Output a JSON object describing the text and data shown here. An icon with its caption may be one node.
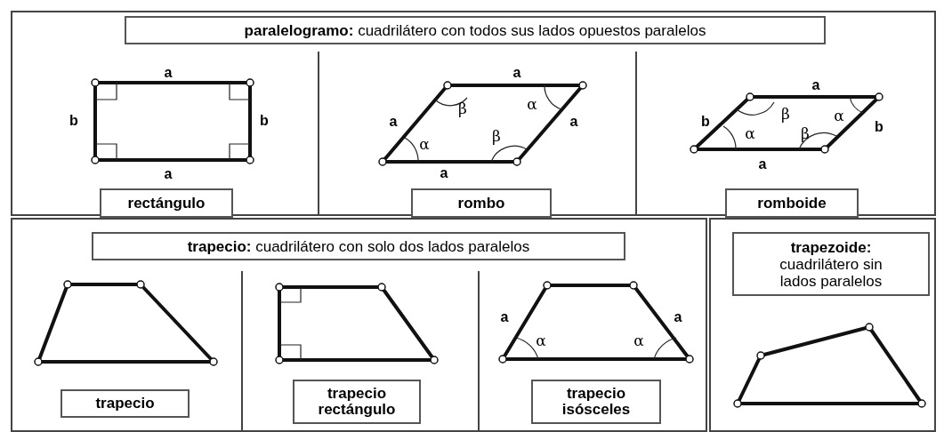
{
  "diagram": {
    "nodes": [
      {
        "text": [
          "**paralelogramo:** cuadrilátero con todos sus lados opuestos paralelos"
        ]
      },
      {
        "text": [
          "rectángulo"
        ],
        "in": 0
      },
      {
        "text": [
          "rombo"
        ],
        "in": 0
      },
      {
        "text": [
          "romboide"
        ],
        "in": 0
      },
      {
        "text": [
          "**trapecio:** cuadrilátero con solo dos lados paralelos"
        ]
      },
      {
        "text": [
          "trapecio"
        ],
        "in": 4
      },
      {
        "text": [
          "trapecio rectángulo"
        ],
        "in": 4
      },
      {
        "text": [
          "trapecio isósceles"
        ],
        "in": 4
      },
      {
        "text": [
          "**trapezoide:** cuadrilátero sin lados paralelos"
        ]
      }
    ],
    "labels": [
      "a",
      "b",
      "b",
      "a",
      "a",
      "β",
      "α",
      "a",
      "a",
      "α",
      "β",
      "a",
      "a",
      "b",
      "β",
      "α",
      "α",
      "β",
      "b",
      "a",
      "a",
      "a",
      "α",
      "α"
    ]
  }
}
